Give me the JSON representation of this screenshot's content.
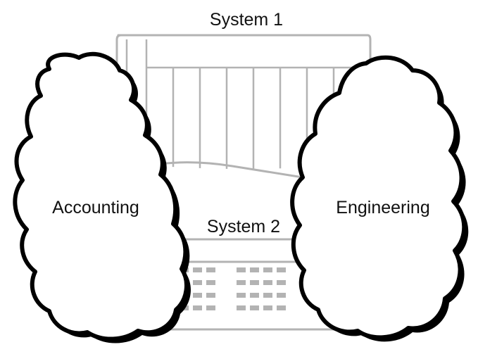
{
  "diagram": {
    "system1": {
      "label": "System 1",
      "icon": "server-rack-icon",
      "slat_count": 10
    },
    "system2": {
      "label": "System 2",
      "icon": "server-chassis-icon",
      "led_rows": 4,
      "led_cols_per_group": 4
    },
    "accounting": {
      "label": "Accounting",
      "icon": "cloud-icon"
    },
    "engineering": {
      "label": "Engineering",
      "icon": "cloud-icon"
    }
  },
  "colors": {
    "device_outline": "#b3b3b3",
    "cloud_outline": "#000000",
    "text": "#111111",
    "background": "#ffffff"
  }
}
